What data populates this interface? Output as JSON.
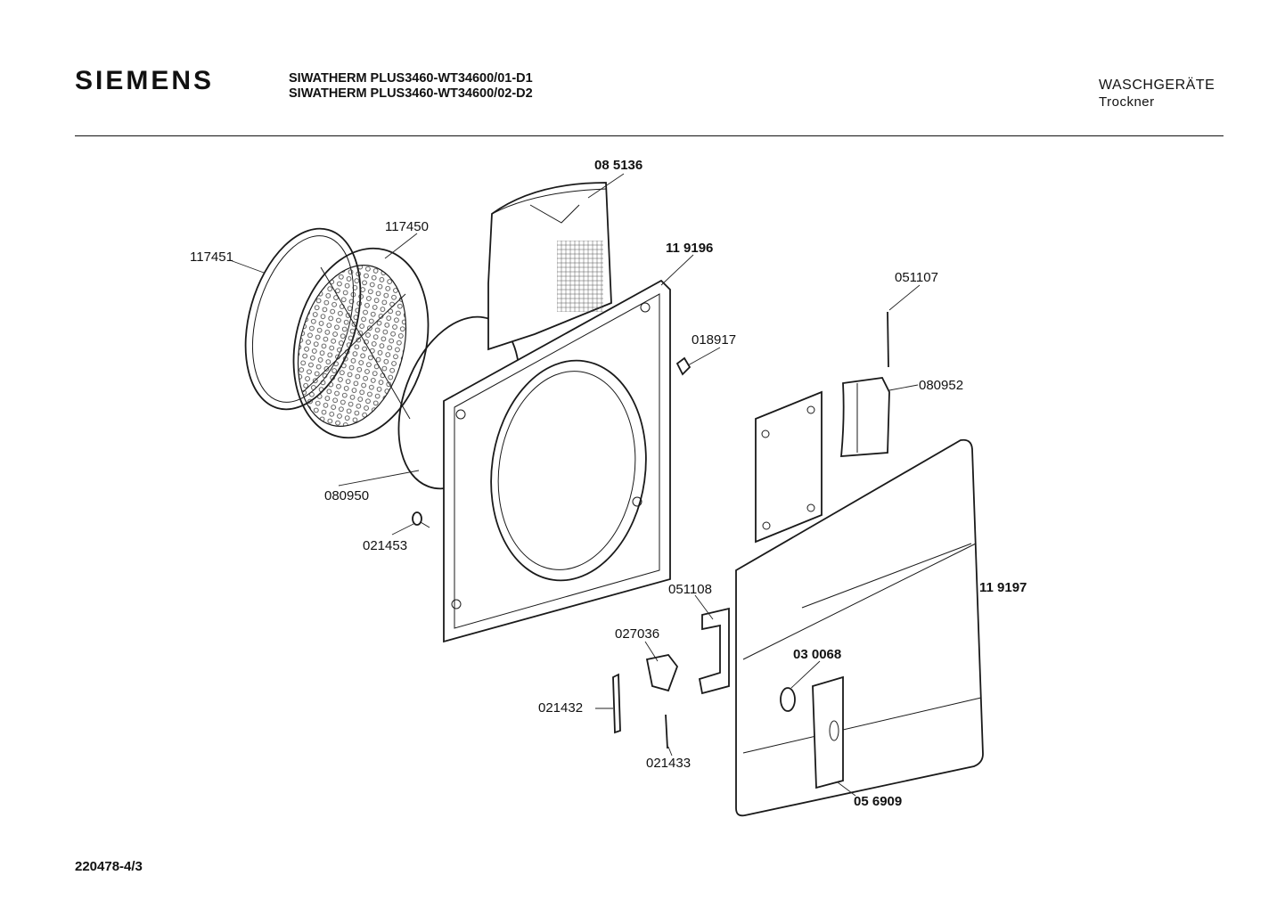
{
  "header": {
    "brand": "SIEMENS",
    "model_line_1": "SIWATHERM PLUS3460-WT34600/01-D1",
    "model_line_2": "SIWATHERM PLUS3460-WT34600/02-D2",
    "category": "WASCHGERÄTE",
    "subcategory": "Trockner"
  },
  "footer": {
    "document_number": "220478-4/3"
  },
  "parts": {
    "p085136": "08 5136",
    "p117450": "117450",
    "p117451": "117451",
    "p119196": "11 9196",
    "p051107": "051107",
    "p018917": "018917",
    "p080952": "080952",
    "p080950": "080950",
    "p021453": "021453",
    "p119197": "11 9197",
    "p051108": "051108",
    "p027036": "027036",
    "p030068": "03 0068",
    "p021432": "021432",
    "p021433": "021433",
    "p056909": "05 6909"
  }
}
